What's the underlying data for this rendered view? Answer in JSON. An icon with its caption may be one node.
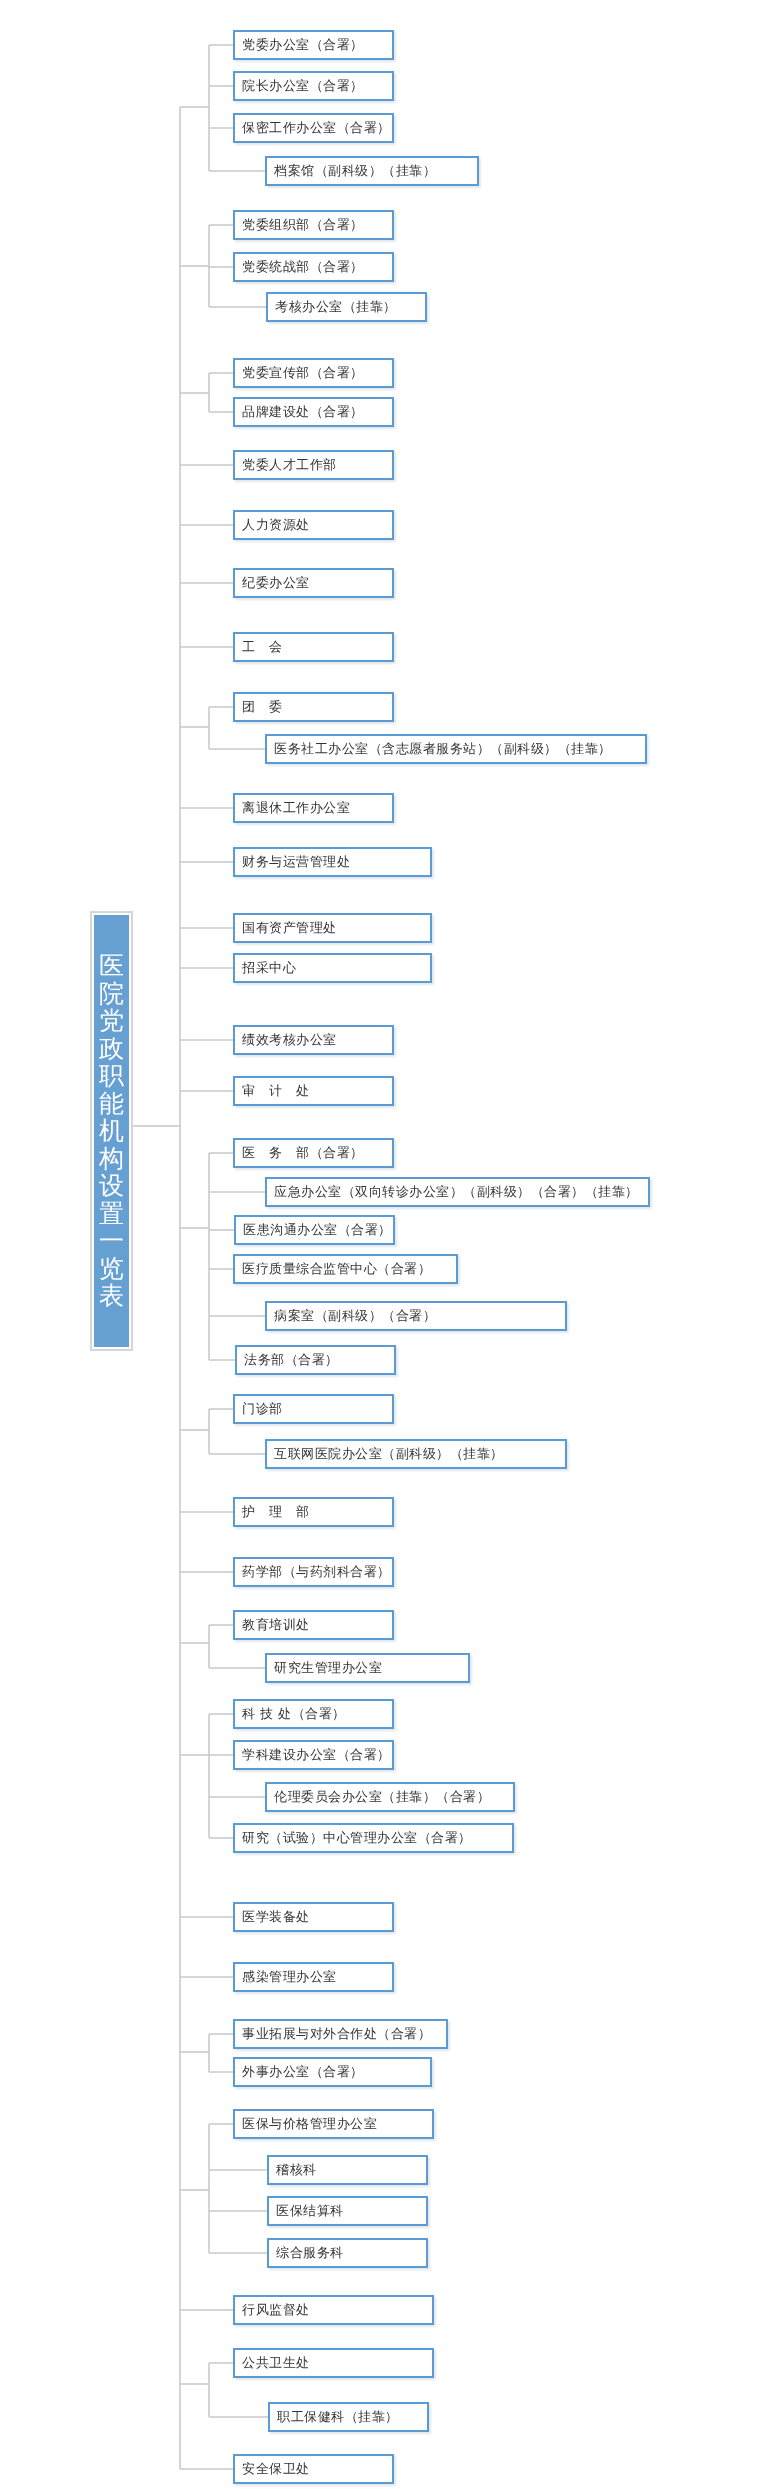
{
  "diagram": {
    "nodes": [
      {
        "text": [
          "医院党政职能机构设置一览表"
        ]
      },
      {
        "text": [
          "党委办公室（合署）"
        ]
      },
      {
        "text": [
          "院长办公室（合署）"
        ]
      },
      {
        "text": [
          "保密工作办公室（合署）"
        ]
      },
      {
        "text": [
          "档案馆（副科级）（挂靠）"
        ]
      },
      {
        "text": [
          "党委组织部（合署）"
        ]
      },
      {
        "text": [
          "党委统战部（合署）"
        ]
      },
      {
        "text": [
          "考核办公室（挂靠）"
        ]
      },
      {
        "text": [
          "党委宣传部（合署）"
        ]
      },
      {
        "text": [
          "品牌建设处（合署）"
        ]
      },
      {
        "text": [
          "党委人才工作部"
        ]
      },
      {
        "text": [
          "人力资源处"
        ]
      },
      {
        "text": [
          "纪委办公室"
        ]
      },
      {
        "text": [
          "工　会"
        ]
      },
      {
        "text": [
          "团　委"
        ]
      },
      {
        "text": [
          "医务社工办公室（含志愿者服务站）（副科级）（挂靠）"
        ]
      },
      {
        "text": [
          "离退休工作办公室"
        ]
      },
      {
        "text": [
          "财务与运营管理处"
        ]
      },
      {
        "text": [
          "国有资产管理处"
        ]
      },
      {
        "text": [
          "招采中心"
        ]
      },
      {
        "text": [
          "绩效考核办公室"
        ]
      },
      {
        "text": [
          "审　计　处"
        ]
      },
      {
        "text": [
          "医　务　部（合署）"
        ]
      },
      {
        "text": [
          "应急办公室（双向转诊办公室）（副科级）（合署）（挂靠）"
        ]
      },
      {
        "text": [
          "医患沟通办公室（合署）"
        ]
      },
      {
        "text": [
          "医疗质量综合监管中心（合署）"
        ]
      },
      {
        "text": [
          "病案室（副科级）（合署）"
        ]
      },
      {
        "text": [
          "法务部（合署）"
        ]
      },
      {
        "text": [
          "门诊部"
        ]
      },
      {
        "text": [
          "互联网医院办公室（副科级）（挂靠）"
        ]
      },
      {
        "text": [
          "护　理　部"
        ]
      },
      {
        "text": [
          "药学部（与药剂科合署）"
        ]
      },
      {
        "text": [
          "教育培训处"
        ]
      },
      {
        "text": [
          "研究生管理办公室"
        ]
      },
      {
        "text": [
          "科 技 处（合署）"
        ]
      },
      {
        "text": [
          "学科建设办公室（合署）"
        ]
      },
      {
        "text": [
          "伦理委员会办公室（挂靠）（合署）"
        ]
      },
      {
        "text": [
          "研究（试验）中心管理办公室（合署）"
        ]
      },
      {
        "text": [
          "医学装备处"
        ]
      },
      {
        "text": [
          "感染管理办公室"
        ]
      },
      {
        "text": [
          "事业拓展与对外合作处（合署）"
        ]
      },
      {
        "text": [
          "外事办公室（合署）"
        ]
      },
      {
        "text": [
          "医保与价格管理办公室"
        ]
      },
      {
        "text": [
          "稽核科"
        ]
      },
      {
        "text": [
          "医保结算科"
        ]
      },
      {
        "text": [
          "综合服务科"
        ]
      },
      {
        "text": [
          "行风监督处"
        ]
      },
      {
        "text": [
          "公共卫生处"
        ]
      },
      {
        "text": [
          "职工保健科（挂靠）"
        ]
      },
      {
        "text": [
          "安全保卫处"
        ]
      }
    ],
    "edges": [
      {
        "from": 0,
        "to": 1,
        "arrow": "none"
      },
      {
        "from": 0,
        "to": 2,
        "arrow": "none"
      },
      {
        "from": 0,
        "to": 3,
        "arrow": "none"
      },
      {
        "from": 0,
        "to": 4,
        "arrow": "none"
      },
      {
        "from": 0,
        "to": 5,
        "arrow": "none"
      },
      {
        "from": 0,
        "to": 6,
        "arrow": "none"
      },
      {
        "from": 0,
        "to": 7,
        "arrow": "none"
      },
      {
        "from": 0,
        "to": 8,
        "arrow": "none"
      },
      {
        "from": 0,
        "to": 9,
        "arrow": "none"
      },
      {
        "from": 0,
        "to": 10,
        "arrow": "none"
      },
      {
        "from": 0,
        "to": 11,
        "arrow": "none"
      },
      {
        "from": 0,
        "to": 12,
        "arrow": "none"
      },
      {
        "from": 0,
        "to": 13,
        "arrow": "none"
      },
      {
        "from": 0,
        "to": 14,
        "arrow": "none"
      },
      {
        "from": 0,
        "to": 15,
        "arrow": "none"
      },
      {
        "from": 0,
        "to": 16,
        "arrow": "none"
      },
      {
        "from": 0,
        "to": 17,
        "arrow": "none"
      },
      {
        "from": 0,
        "to": 18,
        "arrow": "none"
      },
      {
        "from": 0,
        "to": 19,
        "arrow": "none"
      },
      {
        "from": 0,
        "to": 20,
        "arrow": "none"
      },
      {
        "from": 0,
        "to": 21,
        "arrow": "none"
      },
      {
        "from": 0,
        "to": 22,
        "arrow": "none"
      },
      {
        "from": 0,
        "to": 23,
        "arrow": "none"
      },
      {
        "from": 0,
        "to": 24,
        "arrow": "none"
      },
      {
        "from": 0,
        "to": 25,
        "arrow": "none"
      },
      {
        "from": 0,
        "to": 26,
        "arrow": "none"
      },
      {
        "from": 0,
        "to": 27,
        "arrow": "none"
      },
      {
        "from": 0,
        "to": 28,
        "arrow": "none"
      },
      {
        "from": 0,
        "to": 29,
        "arrow": "none"
      },
      {
        "from": 0,
        "to": 30,
        "arrow": "none"
      },
      {
        "from": 0,
        "to": 31,
        "arrow": "none"
      },
      {
        "from": 0,
        "to": 32,
        "arrow": "none"
      },
      {
        "from": 0,
        "to": 33,
        "arrow": "none"
      },
      {
        "from": 0,
        "to": 34,
        "arrow": "none"
      },
      {
        "from": 0,
        "to": 35,
        "arrow": "none"
      },
      {
        "from": 0,
        "to": 36,
        "arrow": "none"
      },
      {
        "from": 0,
        "to": 37,
        "arrow": "none"
      },
      {
        "from": 0,
        "to": 38,
        "arrow": "none"
      },
      {
        "from": 0,
        "to": 39,
        "arrow": "none"
      },
      {
        "from": 0,
        "to": 40,
        "arrow": "none"
      },
      {
        "from": 0,
        "to": 41,
        "arrow": "none"
      },
      {
        "from": 0,
        "to": 42,
        "arrow": "none"
      },
      {
        "from": 0,
        "to": 43,
        "arrow": "none"
      },
      {
        "from": 0,
        "to": 44,
        "arrow": "none"
      },
      {
        "from": 0,
        "to": 45,
        "arrow": "none"
      },
      {
        "from": 0,
        "to": 46,
        "arrow": "none"
      },
      {
        "from": 0,
        "to": 47,
        "arrow": "none"
      },
      {
        "from": 0,
        "to": 48,
        "arrow": "none"
      },
      {
        "from": 0,
        "to": 49,
        "arrow": "none"
      }
    ]
  }
}
